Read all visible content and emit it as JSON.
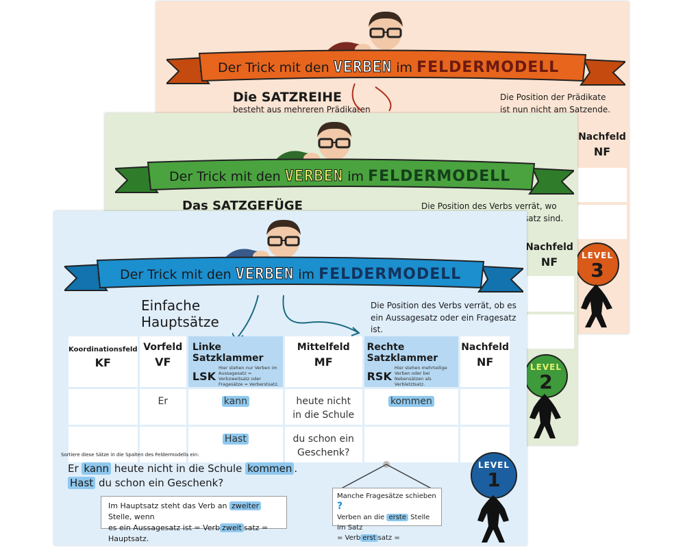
{
  "banner": {
    "prefix": "Der Trick mit den",
    "verben": "VERBEN",
    "mid": "im",
    "feldermodell": "FELDERMODELL"
  },
  "colors": {
    "level1": "#1c8fcf",
    "level2": "#3e9a3a",
    "level3": "#d95a19",
    "highlight": "#b6d8f2"
  },
  "card3": {
    "heading": "Die SATZREIHE",
    "subtext": "besteht aus mehreren Prädikaten",
    "note_line1": "Die Position der Prädikate",
    "note_line2": "ist nun nicht am Satzende.",
    "col_last": "Nachfeld",
    "col_last_abbr": "NF",
    "level_label": "LEVEL",
    "level_number": "3"
  },
  "card2": {
    "heading": "Das SATZGEFÜGE",
    "note_line1": "Die Position des Verbs verrät, wo",
    "note_line2": "satz sind.",
    "col_last": "Nachfeld",
    "col_last_abbr": "NF",
    "level_label": "LEVEL",
    "level_number": "2"
  },
  "card1": {
    "heading_line1": "Einfache",
    "heading_line2": "Hauptsätze",
    "note_line1": "Die Position des Verbs verrät, ob es",
    "note_line2": "ein Aussagesatz oder ein Fragesatz ist.",
    "columns": [
      {
        "name": "Koordinationsfeld",
        "abbr": "KF"
      },
      {
        "name": "Vorfeld",
        "abbr": "VF"
      },
      {
        "name": "Linke Satzklammer",
        "abbr": "LSK",
        "note": "Hier stehen nur Verben im Aussagesatz = Verbzweitsatz oder Fragesätze = Verberstsatz."
      },
      {
        "name": "Mittelfeld",
        "abbr": "MF"
      },
      {
        "name": "Rechte Satzklammer",
        "abbr": "RSK",
        "note": "Hier stehen mehrteilige Verben oder bei Nebensätzen als Verbletztsatz."
      },
      {
        "name": "Nachfeld",
        "abbr": "NF"
      }
    ],
    "rows": [
      {
        "kf": "",
        "vf": "Er",
        "lsk": "kann",
        "mf_line1": "heute nicht",
        "mf_line2": "in die Schule",
        "rsk": "kommen",
        "nf": ""
      },
      {
        "kf": "",
        "vf": "",
        "lsk": "Hast",
        "mf_line1": "du schon ein",
        "mf_line2": "Geschenk?",
        "rsk": "",
        "nf": ""
      }
    ],
    "instruction": "Sortiere diese Sätze in die Spalten des Feldermodells ein:",
    "sentence1": {
      "pre": "Er ",
      "verb1": "kann",
      "mid": " heute nicht in die Schule ",
      "verb2": "kommen",
      "post": "."
    },
    "sentence2": {
      "verb1": "Hast",
      "post": " du schon ein Geschenk?"
    },
    "box1": {
      "l1_pre": "Im Hauptsatz steht das Verb an ",
      "l1_mark": "zweiter",
      "l1_post": " Stelle, wenn",
      "l2_pre": "es ein Aussagesatz ist = Verb",
      "l2_mark": "zweit",
      "l2_post": "satz = Hauptsatz."
    },
    "box2": {
      "l1": "Manche Fragesätze schieben",
      "q": "?",
      "l2_pre": "Verben an die ",
      "l2_mark": "erste",
      "l2_post": " Stelle im Satz",
      "l3_pre": "= Verb",
      "l3_mark": "erst",
      "l3_post": "satz = Hauptsatz."
    },
    "level_label": "LEVEL",
    "level_number": "1"
  }
}
